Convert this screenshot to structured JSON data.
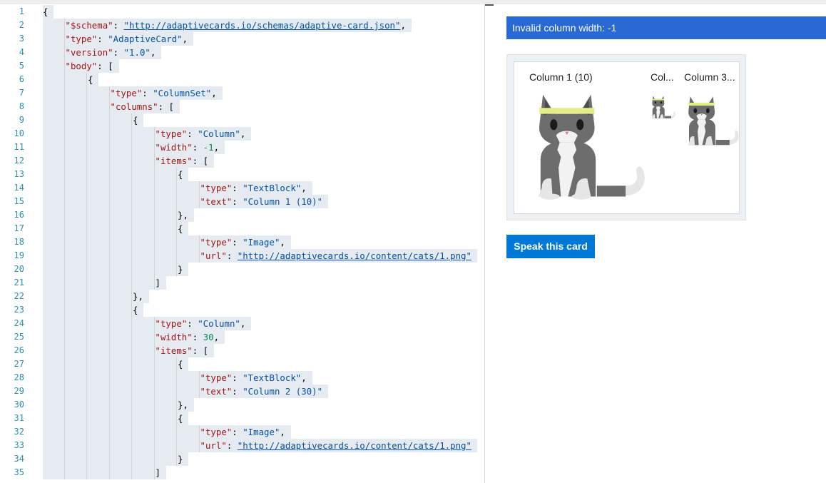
{
  "editor": {
    "lines": [
      {
        "n": "1",
        "i": 0,
        "t": [
          [
            "pun",
            "{"
          ]
        ]
      },
      {
        "n": "2",
        "i": 1,
        "t": [
          [
            "key",
            "\"$schema\""
          ],
          [
            "pun",
            ": "
          ],
          [
            "link",
            "\"http://adaptivecards.io/schemas/adaptive-card.json\""
          ],
          [
            "pun",
            ","
          ]
        ]
      },
      {
        "n": "3",
        "i": 1,
        "t": [
          [
            "key",
            "\"type\""
          ],
          [
            "pun",
            ": "
          ],
          [
            "str",
            "\"AdaptiveCard\""
          ],
          [
            "pun",
            ","
          ]
        ]
      },
      {
        "n": "4",
        "i": 1,
        "t": [
          [
            "key",
            "\"version\""
          ],
          [
            "pun",
            ": "
          ],
          [
            "str",
            "\"1.0\""
          ],
          [
            "pun",
            ","
          ]
        ]
      },
      {
        "n": "5",
        "i": 1,
        "t": [
          [
            "key",
            "\"body\""
          ],
          [
            "pun",
            ": ["
          ]
        ]
      },
      {
        "n": "6",
        "i": 2,
        "t": [
          [
            "pun",
            "{"
          ]
        ]
      },
      {
        "n": "7",
        "i": 3,
        "t": [
          [
            "key",
            "\"type\""
          ],
          [
            "pun",
            ": "
          ],
          [
            "str",
            "\"ColumnSet\""
          ],
          [
            "pun",
            ","
          ]
        ]
      },
      {
        "n": "8",
        "i": 3,
        "t": [
          [
            "key",
            "\"columns\""
          ],
          [
            "pun",
            ": ["
          ]
        ]
      },
      {
        "n": "9",
        "i": 4,
        "t": [
          [
            "pun",
            "{"
          ]
        ]
      },
      {
        "n": "10",
        "i": 5,
        "t": [
          [
            "key",
            "\"type\""
          ],
          [
            "pun",
            ": "
          ],
          [
            "str",
            "\"Column\""
          ],
          [
            "pun",
            ","
          ]
        ]
      },
      {
        "n": "11",
        "i": 5,
        "t": [
          [
            "key",
            "\"width\""
          ],
          [
            "pun",
            ": "
          ],
          [
            "num",
            "-1"
          ],
          [
            "pun",
            ","
          ]
        ]
      },
      {
        "n": "12",
        "i": 5,
        "t": [
          [
            "key",
            "\"items\""
          ],
          [
            "pun",
            ": ["
          ]
        ]
      },
      {
        "n": "13",
        "i": 6,
        "t": [
          [
            "pun",
            "{"
          ]
        ]
      },
      {
        "n": "14",
        "i": 7,
        "t": [
          [
            "key",
            "\"type\""
          ],
          [
            "pun",
            ": "
          ],
          [
            "str",
            "\"TextBlock\""
          ],
          [
            "pun",
            ","
          ]
        ]
      },
      {
        "n": "15",
        "i": 7,
        "t": [
          [
            "key",
            "\"text\""
          ],
          [
            "pun",
            ": "
          ],
          [
            "str",
            "\"Column 1 (10)\""
          ]
        ]
      },
      {
        "n": "16",
        "i": 6,
        "t": [
          [
            "pun",
            "},"
          ]
        ]
      },
      {
        "n": "17",
        "i": 6,
        "t": [
          [
            "pun",
            "{"
          ]
        ]
      },
      {
        "n": "18",
        "i": 7,
        "t": [
          [
            "key",
            "\"type\""
          ],
          [
            "pun",
            ": "
          ],
          [
            "str",
            "\"Image\""
          ],
          [
            "pun",
            ","
          ]
        ]
      },
      {
        "n": "19",
        "i": 7,
        "t": [
          [
            "key",
            "\"url\""
          ],
          [
            "pun",
            ": "
          ],
          [
            "link",
            "\"http://adaptivecards.io/content/cats/1.png\""
          ]
        ]
      },
      {
        "n": "20",
        "i": 6,
        "t": [
          [
            "pun",
            "}"
          ]
        ]
      },
      {
        "n": "21",
        "i": 5,
        "t": [
          [
            "pun",
            "]"
          ]
        ]
      },
      {
        "n": "22",
        "i": 4,
        "t": [
          [
            "pun",
            "},"
          ]
        ]
      },
      {
        "n": "23",
        "i": 4,
        "t": [
          [
            "pun",
            "{"
          ]
        ]
      },
      {
        "n": "24",
        "i": 5,
        "t": [
          [
            "key",
            "\"type\""
          ],
          [
            "pun",
            ": "
          ],
          [
            "str",
            "\"Column\""
          ],
          [
            "pun",
            ","
          ]
        ]
      },
      {
        "n": "25",
        "i": 5,
        "t": [
          [
            "key",
            "\"width\""
          ],
          [
            "pun",
            ": "
          ],
          [
            "num",
            "30"
          ],
          [
            "pun",
            ","
          ]
        ]
      },
      {
        "n": "26",
        "i": 5,
        "t": [
          [
            "key",
            "\"items\""
          ],
          [
            "pun",
            ": ["
          ]
        ]
      },
      {
        "n": "27",
        "i": 6,
        "t": [
          [
            "pun",
            "{"
          ]
        ]
      },
      {
        "n": "28",
        "i": 7,
        "t": [
          [
            "key",
            "\"type\""
          ],
          [
            "pun",
            ": "
          ],
          [
            "str",
            "\"TextBlock\""
          ],
          [
            "pun",
            ","
          ]
        ]
      },
      {
        "n": "29",
        "i": 7,
        "t": [
          [
            "key",
            "\"text\""
          ],
          [
            "pun",
            ": "
          ],
          [
            "str",
            "\"Column 2 (30)\""
          ]
        ]
      },
      {
        "n": "30",
        "i": 6,
        "t": [
          [
            "pun",
            "},"
          ]
        ]
      },
      {
        "n": "31",
        "i": 6,
        "t": [
          [
            "pun",
            "{"
          ]
        ]
      },
      {
        "n": "32",
        "i": 7,
        "t": [
          [
            "key",
            "\"type\""
          ],
          [
            "pun",
            ": "
          ],
          [
            "str",
            "\"Image\""
          ],
          [
            "pun",
            ","
          ]
        ]
      },
      {
        "n": "33",
        "i": 7,
        "t": [
          [
            "key",
            "\"url\""
          ],
          [
            "pun",
            ": "
          ],
          [
            "link",
            "\"http://adaptivecards.io/content/cats/1.png\""
          ]
        ]
      },
      {
        "n": "34",
        "i": 6,
        "t": [
          [
            "pun",
            "}"
          ]
        ]
      },
      {
        "n": "35",
        "i": 5,
        "t": [
          [
            "pun",
            "]"
          ]
        ]
      }
    ],
    "colors": {
      "key": "#a31515",
      "string": "#0451a5",
      "number": "#098658",
      "line_number": "#2b91af",
      "highlight": "#e5ebf1"
    }
  },
  "preview": {
    "error_message": "Invalid column width: -1",
    "card": {
      "columns": [
        {
          "title": "Column 1 (10)",
          "image": "cat-image"
        },
        {
          "title": "Col...",
          "image": "cat-image"
        },
        {
          "title": "Column 3...",
          "image": "cat-image"
        }
      ]
    },
    "speak_button": "Speak this card",
    "colors": {
      "error_bar": "#2869d6",
      "button": "#0078d7"
    }
  }
}
